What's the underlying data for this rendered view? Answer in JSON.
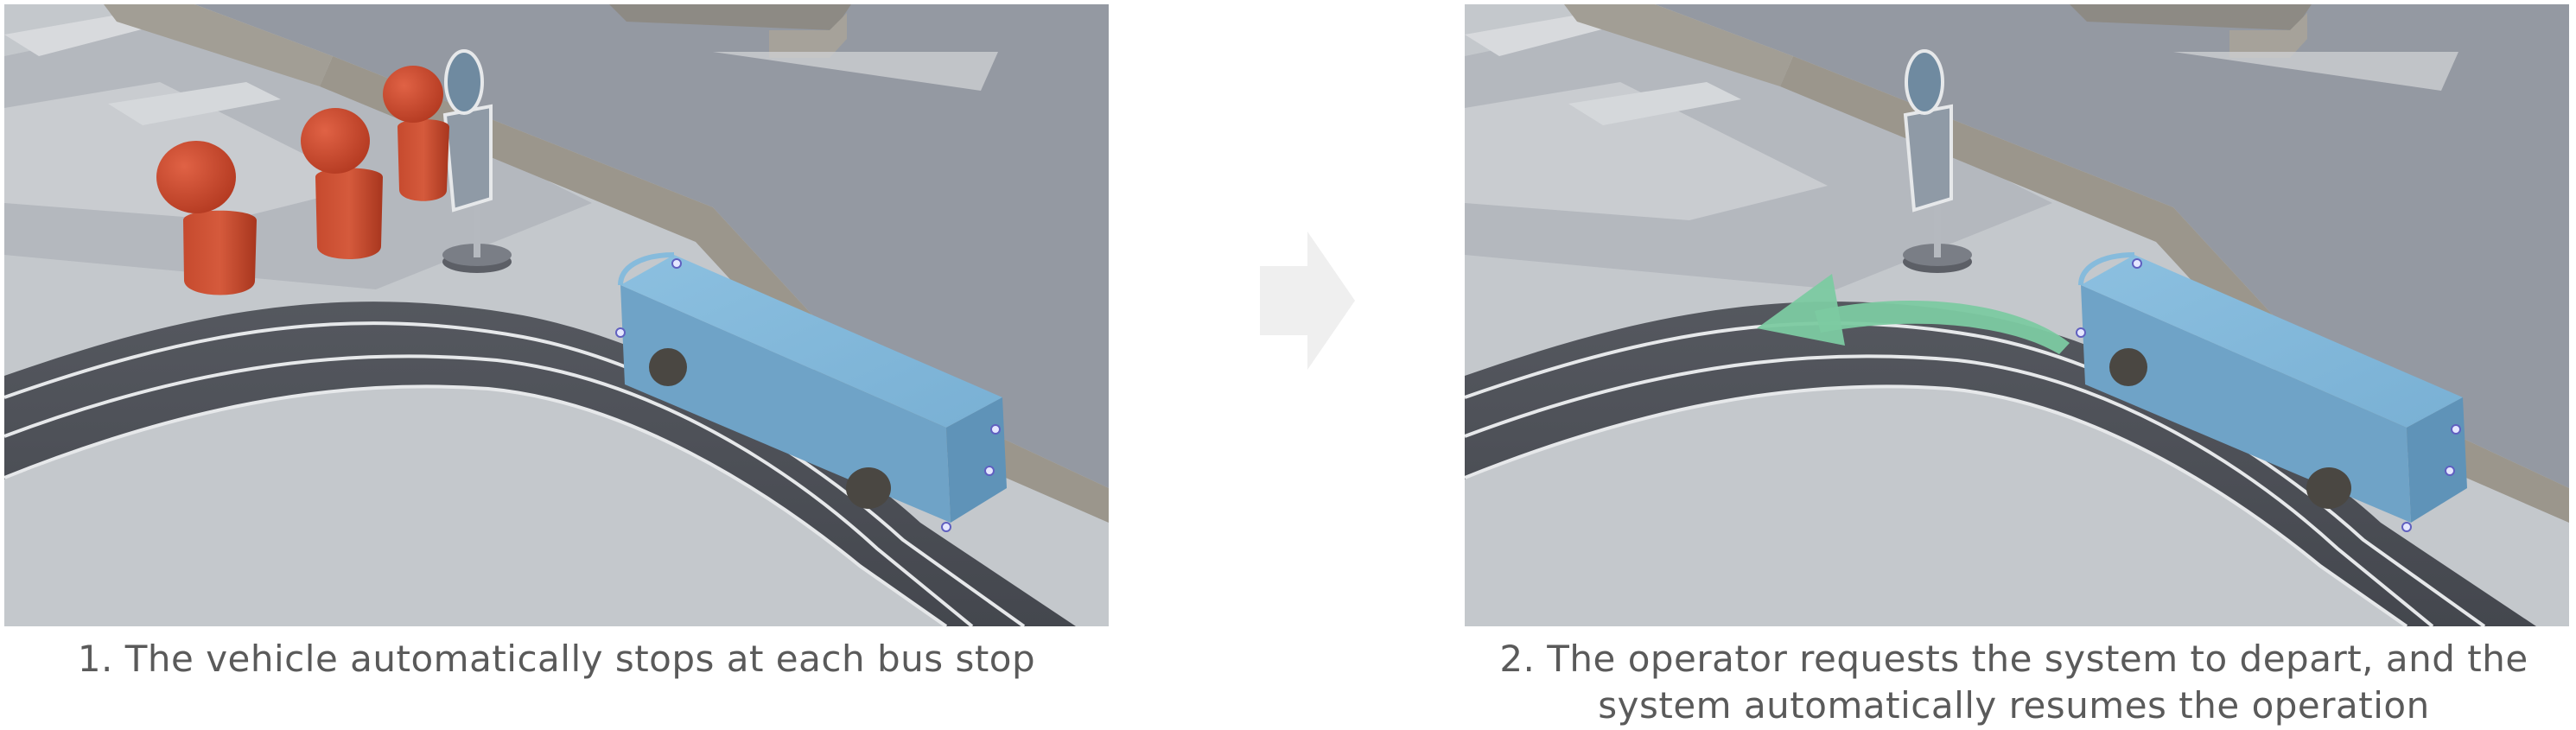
{
  "panels": [
    {
      "caption": "1. The vehicle automatically stops at each bus stop",
      "passengers_waiting": 3,
      "bus_direction_arrow": false
    },
    {
      "caption": "2. The operator requests the system to depart, and the system automatically resumes the operation",
      "passengers_waiting": 0,
      "bus_direction_arrow": true
    }
  ],
  "colors": {
    "ground": "#c4c8cc",
    "building_top": "#9499a2",
    "building_wall": "#9b968c",
    "road": "#4d5058",
    "lane_marking": "#e6e8ea",
    "bus": "#7fb3d5",
    "passenger": "#c94a2e",
    "sign": "#8a98a6",
    "depart_arrow": "#7ccaa1",
    "flow_arrow": "#efefef",
    "caption_text": "#5a5a5a"
  },
  "icons": [
    "bus-icon",
    "bus-stop-sign-icon",
    "passenger-icon",
    "depart-arrow-icon",
    "flow-arrow-icon"
  ]
}
